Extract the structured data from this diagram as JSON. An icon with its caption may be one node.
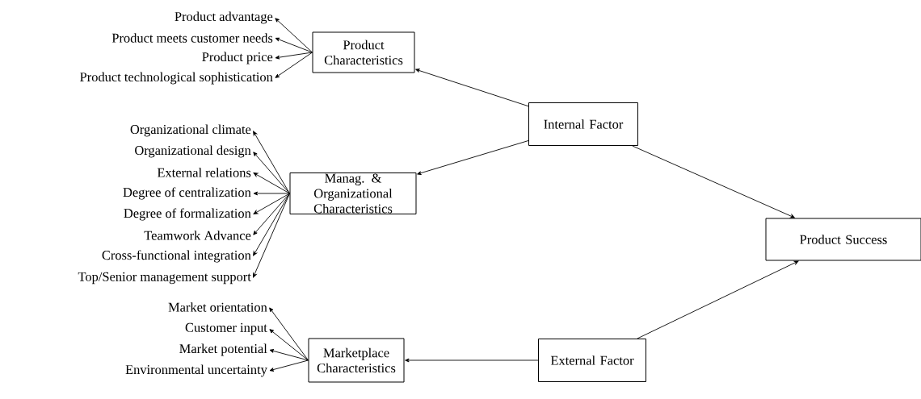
{
  "diagram": {
    "nodes": [
      {
        "text": [
          "Product Characteristics"
        ]
      },
      {
        "text": [
          "Internal Factor"
        ]
      },
      {
        "text": [
          "Manag. & Organizational Characteristics"
        ]
      },
      {
        "text": [
          "Product Success"
        ]
      },
      {
        "text": [
          "Marketplace Characteristics"
        ]
      },
      {
        "text": [
          "External Factor"
        ]
      },
      {
        "text": [
          "Product advantage"
        ]
      },
      {
        "text": [
          "Product meets customer needs"
        ]
      },
      {
        "text": [
          "Product price"
        ]
      },
      {
        "text": [
          "Product technological sophistication"
        ]
      },
      {
        "text": [
          "Organizational climate"
        ]
      },
      {
        "text": [
          "Organizational design"
        ]
      },
      {
        "text": [
          "External relations"
        ]
      },
      {
        "text": [
          "Degree of centralization"
        ]
      },
      {
        "text": [
          "Degree of formalization"
        ]
      },
      {
        "text": [
          "Teamwork Advance"
        ]
      },
      {
        "text": [
          "Cross-functional integration"
        ]
      },
      {
        "text": [
          "Top/Senior management support"
        ]
      },
      {
        "text": [
          "Market orientation"
        ]
      },
      {
        "text": [
          "Customer input"
        ]
      },
      {
        "text": [
          "Market potential"
        ]
      },
      {
        "text": [
          "Environmental uncertainty"
        ]
      }
    ],
    "edges": [
      {
        "from": 1,
        "to": 0,
        "arrow": "to"
      },
      {
        "from": 1,
        "to": 2,
        "arrow": "to"
      },
      {
        "from": 1,
        "to": 3,
        "arrow": "to"
      },
      {
        "from": 5,
        "to": 3,
        "arrow": "to"
      },
      {
        "from": 5,
        "to": 4,
        "arrow": "to"
      },
      {
        "from": 0,
        "to": 6,
        "arrow": "to"
      },
      {
        "from": 0,
        "to": 7,
        "arrow": "to"
      },
      {
        "from": 0,
        "to": 8,
        "arrow": "to"
      },
      {
        "from": 0,
        "to": 9,
        "arrow": "to"
      },
      {
        "from": 2,
        "to": 10,
        "arrow": "to"
      },
      {
        "from": 2,
        "to": 11,
        "arrow": "to"
      },
      {
        "from": 2,
        "to": 12,
        "arrow": "to"
      },
      {
        "from": 2,
        "to": 13,
        "arrow": "to"
      },
      {
        "from": 2,
        "to": 14,
        "arrow": "to"
      },
      {
        "from": 2,
        "to": 15,
        "arrow": "to"
      },
      {
        "from": 2,
        "to": 16,
        "arrow": "to"
      },
      {
        "from": 2,
        "to": 17,
        "arrow": "to"
      },
      {
        "from": 4,
        "to": 18,
        "arrow": "to"
      },
      {
        "from": 4,
        "to": 19,
        "arrow": "to"
      },
      {
        "from": 4,
        "to": 20,
        "arrow": "to"
      },
      {
        "from": 4,
        "to": 21,
        "arrow": "to"
      }
    ]
  }
}
